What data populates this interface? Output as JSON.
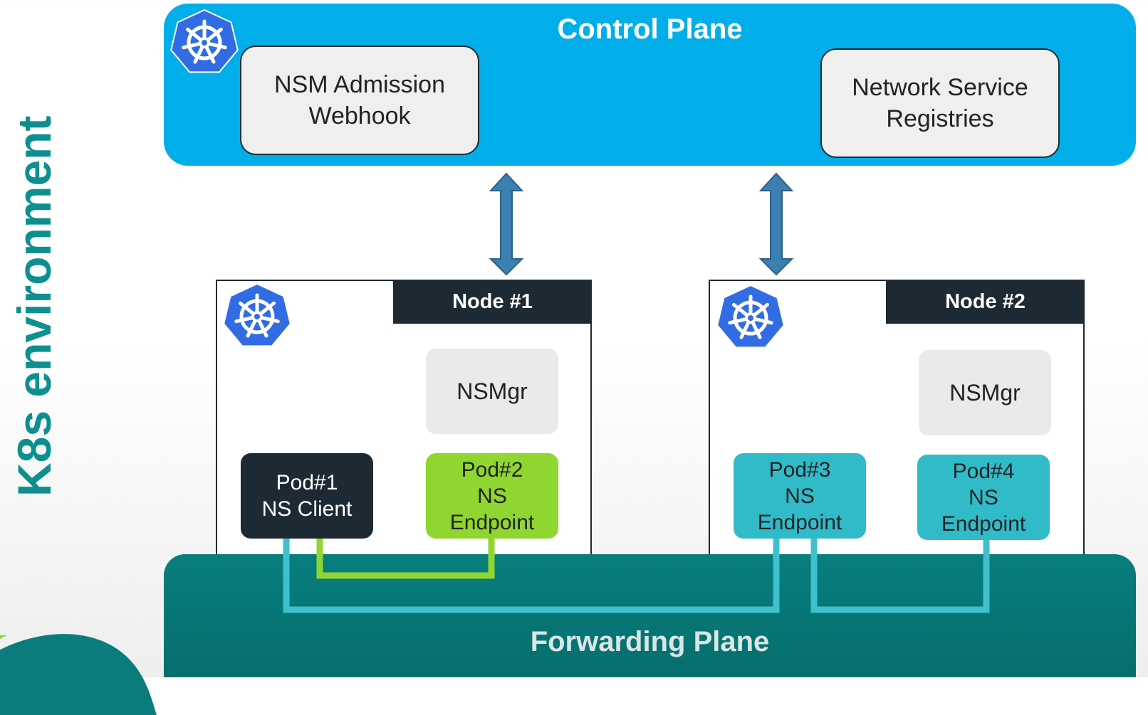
{
  "side_label": "K8s environment",
  "control_plane": {
    "title": "Control Plane",
    "webhook": "NSM Admission\nWebhook",
    "registries": "Network Service\nRegistries"
  },
  "nodes": [
    {
      "header": "Node #1",
      "nsmgr": "NSMgr"
    },
    {
      "header": "Node #2",
      "nsmgr": "NSMgr"
    }
  ],
  "pods": [
    {
      "label": "Pod#1\nNS Client"
    },
    {
      "label": "Pod#2\nNS\nEndpoint"
    },
    {
      "label": "Pod#3\nNS\nEndpoint"
    },
    {
      "label": "Pod#4\nNS\nEndpoint"
    }
  ],
  "forwarding_plane": {
    "title": "Forwarding Plane"
  },
  "colors": {
    "control_plane": "#02aeea",
    "forwarding_plane": "#077e7d",
    "node_header": "#1e2a33",
    "client_pod": "#1e2a33",
    "endpoint_green": "#8fd631",
    "endpoint_teal": "#31bac7",
    "kubernetes_logo": "#326ce5",
    "arrow": "#3b7fb3",
    "side_label": "#0e8f8f"
  },
  "icons": [
    "kubernetes-logo-icon",
    "double-arrow-icon"
  ]
}
